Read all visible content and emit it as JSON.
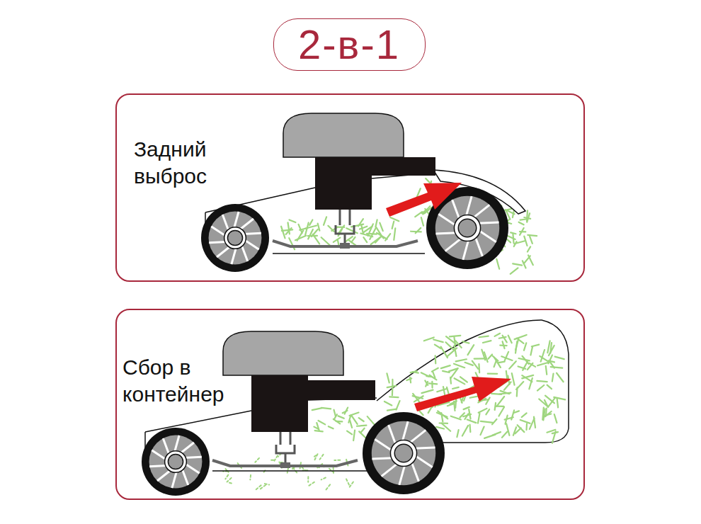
{
  "diagram": {
    "title": "2-в-1",
    "nodes": [
      {
        "text": [
          "Задний выброс"
        ]
      },
      {
        "text": [
          "Сбор в контейнер"
        ]
      }
    ]
  }
}
